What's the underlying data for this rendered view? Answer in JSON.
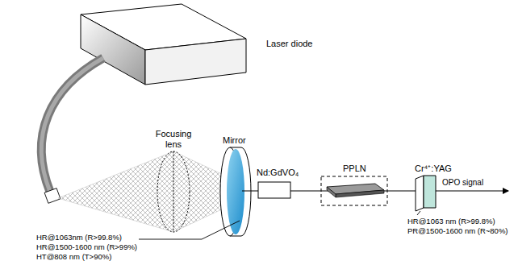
{
  "diagram": {
    "labels": [
      "Laser diode",
      "Focusing lens",
      "Mirror",
      "Nd:GdVO₄",
      "PPLN",
      "Cr⁴⁺:YAG",
      "OPO signal",
      "HR@1063nm (R>99.8%)",
      "HR@1500-1600 nm (R>99%)",
      "HT@808 nm (T>90%)",
      "HR@1063 nm (R>99.8%)",
      "PR@1500-1600 nm (R~80%)"
    ]
  }
}
